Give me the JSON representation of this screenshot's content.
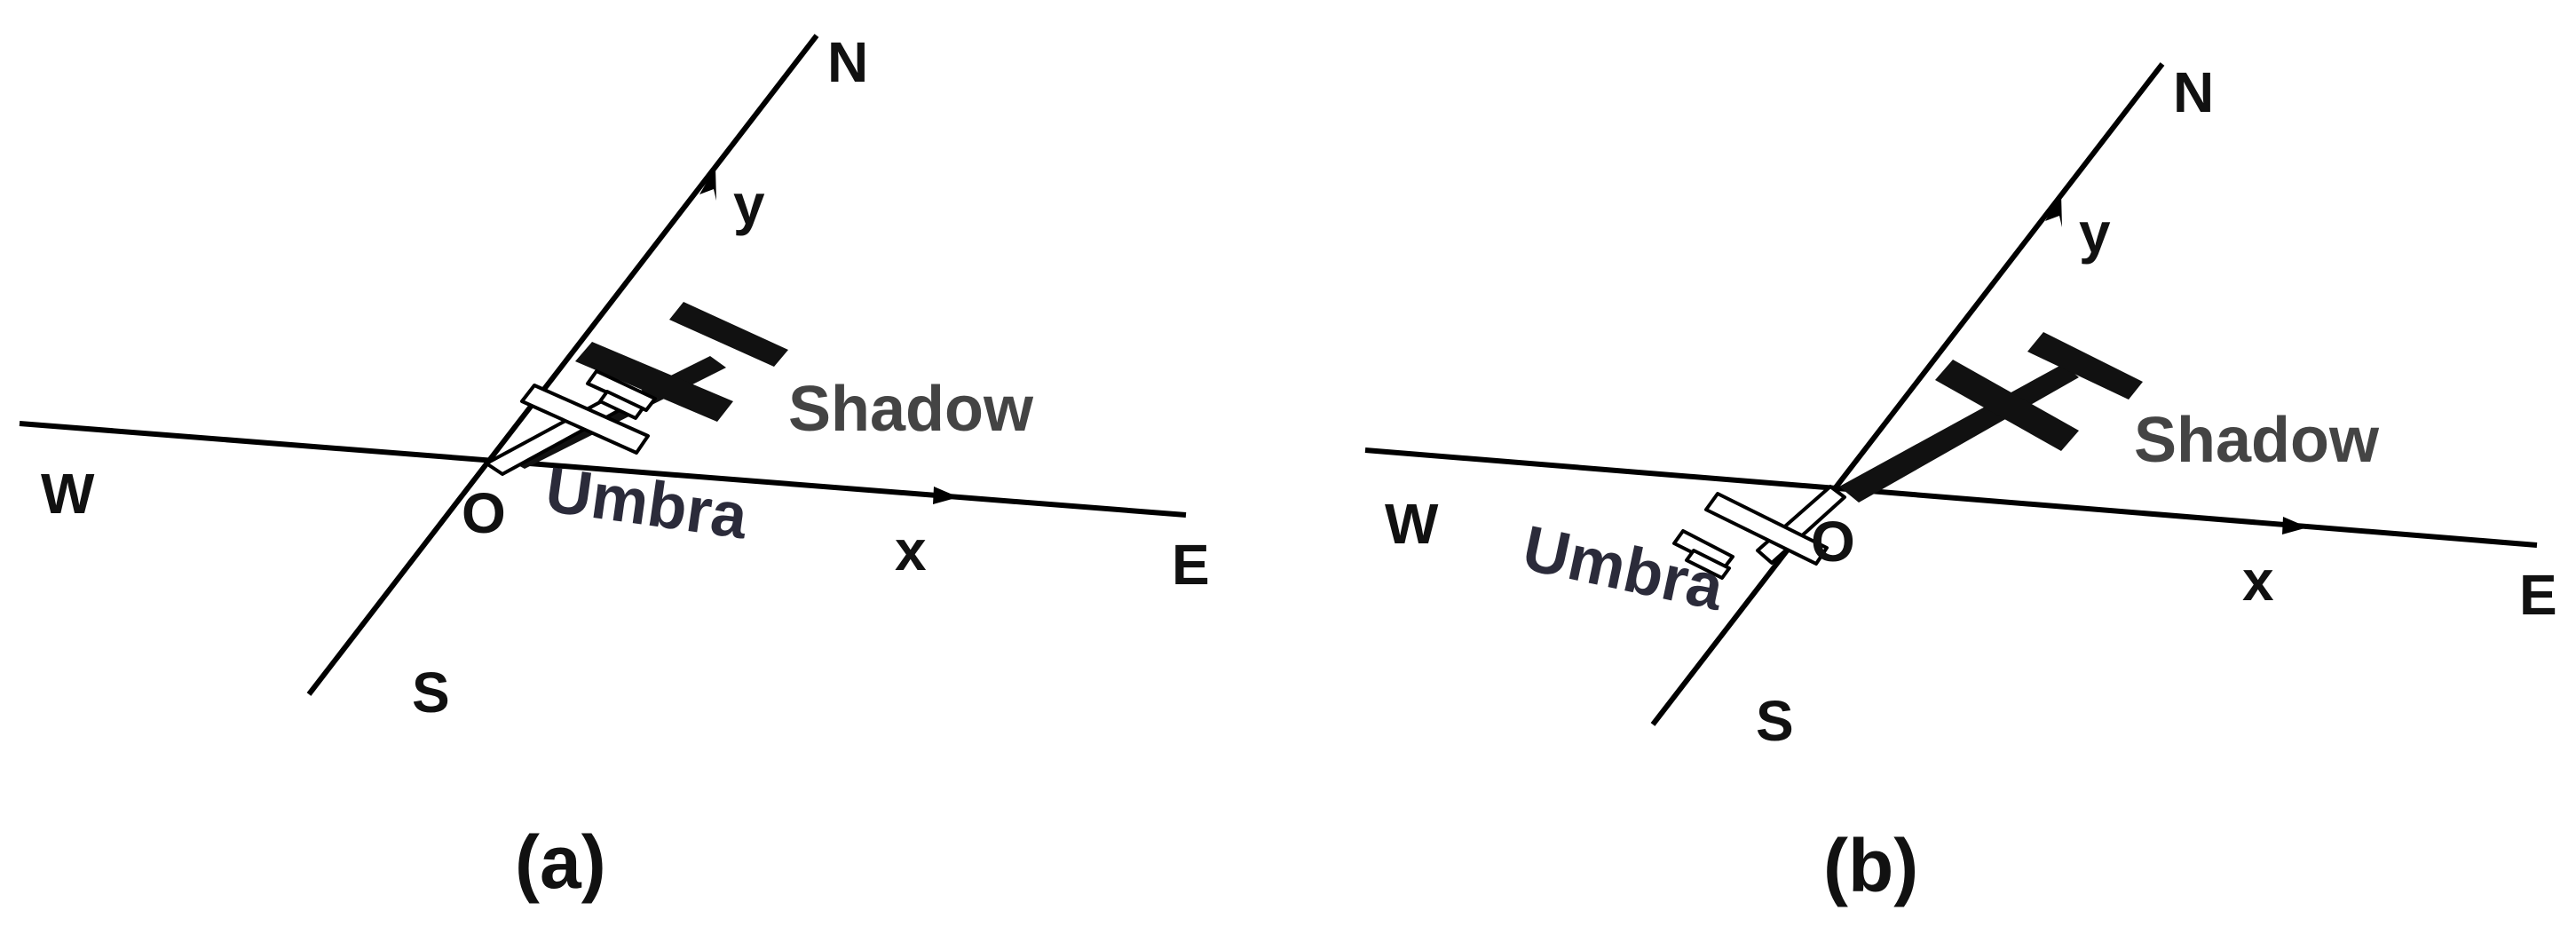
{
  "colors": {
    "line": "#000000",
    "shadow_fill": "#111111",
    "shadow_label": "#444444",
    "umbra_label": "#2b2b3a",
    "umbra_fill": "#ffffff"
  },
  "panels": [
    {
      "caption": "(a)",
      "labels": {
        "north": "N",
        "south": "S",
        "west": "W",
        "east": "E",
        "x_axis": "x",
        "y_axis": "y",
        "origin": "O",
        "shadow": "Shadow",
        "umbra": "Umbra"
      }
    },
    {
      "caption": "(b)",
      "labels": {
        "north": "N",
        "south": "S",
        "west": "W",
        "east": "E",
        "x_axis": "x",
        "y_axis": "y",
        "origin": "O",
        "shadow": "Shadow",
        "umbra": "Umbra"
      }
    }
  ]
}
